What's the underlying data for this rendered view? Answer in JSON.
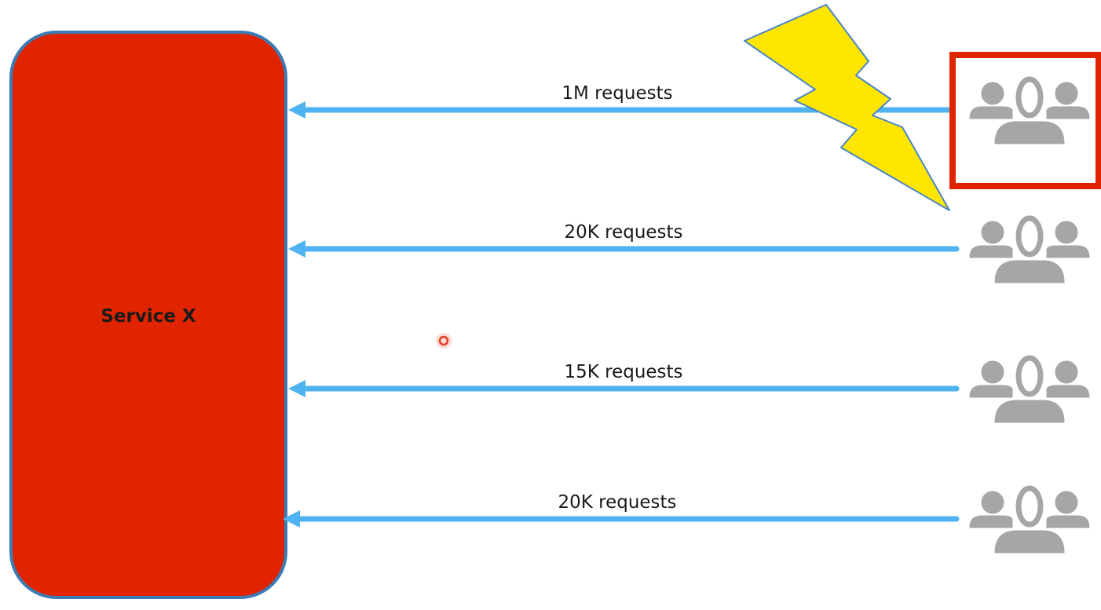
{
  "service": {
    "label": "Service X",
    "fill": "#E02400",
    "stroke": "#3B7CB5"
  },
  "arrow_color": "#4EB3F0",
  "user_icon_color": "#A6A6A6",
  "highlight_color": "#E02400",
  "lightning": {
    "fill": "#FFE600",
    "stroke": "#4A86C5"
  },
  "pointer_color": "#E83A1E",
  "clients": [
    {
      "requests_label": "1M requests",
      "icon": "users-group-icon",
      "highlighted": true
    },
    {
      "requests_label": "20K requests",
      "icon": "users-group-icon",
      "highlighted": false
    },
    {
      "requests_label": "15K requests",
      "icon": "users-group-icon",
      "highlighted": false
    },
    {
      "requests_label": "20K requests",
      "icon": "users-group-icon",
      "highlighted": false
    }
  ]
}
